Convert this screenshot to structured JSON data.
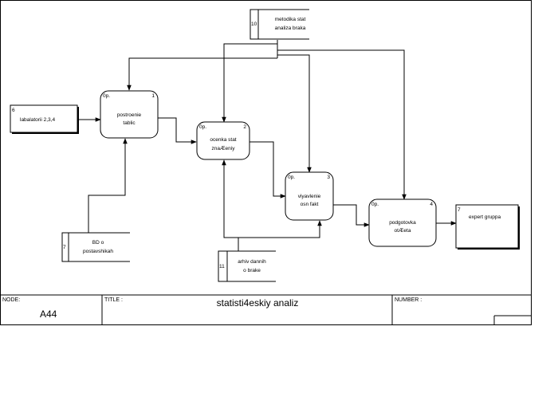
{
  "processes": [
    {
      "id": "p1",
      "num": "1",
      "tag": "0p.",
      "lines": [
        "postroenie",
        "tablic"
      ]
    },
    {
      "id": "p2",
      "num": "2",
      "tag": "0p.",
      "lines": [
        "ocenka stat",
        "znaÆeniy"
      ]
    },
    {
      "id": "p3",
      "num": "3",
      "tag": "0p.",
      "lines": [
        "viyavlenie",
        "osn fakt"
      ]
    },
    {
      "id": "p4",
      "num": "4",
      "tag": "0p.",
      "lines": [
        "podgotovka",
        "otÆeta"
      ]
    }
  ],
  "externals": [
    {
      "id": "e6",
      "num": "6",
      "lines": [
        "labalatorii 2,3,4"
      ]
    },
    {
      "id": "e7b",
      "num": "7",
      "lines": [
        "expert gruppa"
      ]
    }
  ],
  "stores": [
    {
      "id": "s10",
      "num": "10",
      "lines": [
        "metodika stat",
        "analiza braka"
      ]
    },
    {
      "id": "s7",
      "num": "7",
      "lines": [
        "BD o",
        "postavshikah"
      ]
    },
    {
      "id": "s11",
      "num": "11",
      "lines": [
        "arhiv dannih",
        "o brake"
      ]
    }
  ],
  "footer": {
    "node_label": "NODE:",
    "node_value": "A44",
    "title_label": "TITLE :",
    "title_value": "statisti4eskiy analiz",
    "number_label": "NUMBER :"
  }
}
